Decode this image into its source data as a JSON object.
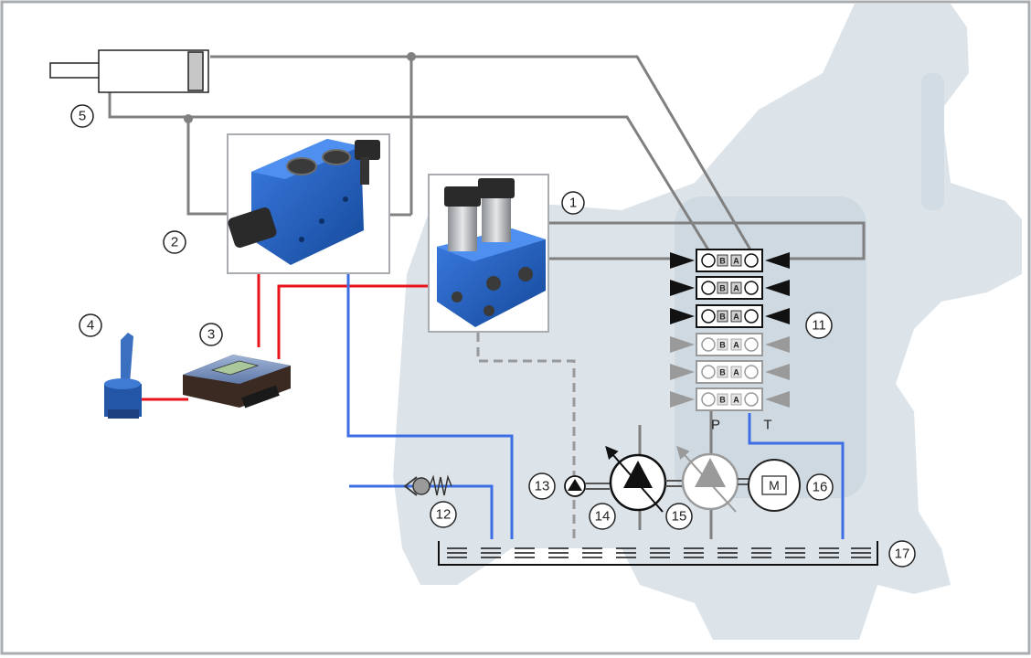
{
  "labels": {
    "proportional_valve": "1",
    "directional_valve": "2",
    "controller": "3",
    "joystick": "4",
    "cylinder": "5",
    "valve_bank": "11",
    "check_valve": "12",
    "auxiliary_pump": "13",
    "variable_pump": "14",
    "pressure_adjust": "15",
    "motor": "16",
    "tank": "17"
  },
  "ports": {
    "pressure": "P",
    "tank": "T"
  },
  "motor_symbol": "M",
  "valve_bank": {
    "section_count": 6,
    "active_sections": 3,
    "port_letters": [
      "B",
      "A"
    ]
  },
  "controller_screen": {
    "text": ""
  },
  "colors": {
    "frame": "#a9adb2",
    "machine_silhouette": "#dce4ea",
    "pressure_line": "#808080",
    "electric_line": "#e8131b",
    "return_line": "#3d6ee6",
    "pilot_line": "#999999",
    "component_blue": "#1f5fbf",
    "inactive_section": "#9a9a9a"
  }
}
